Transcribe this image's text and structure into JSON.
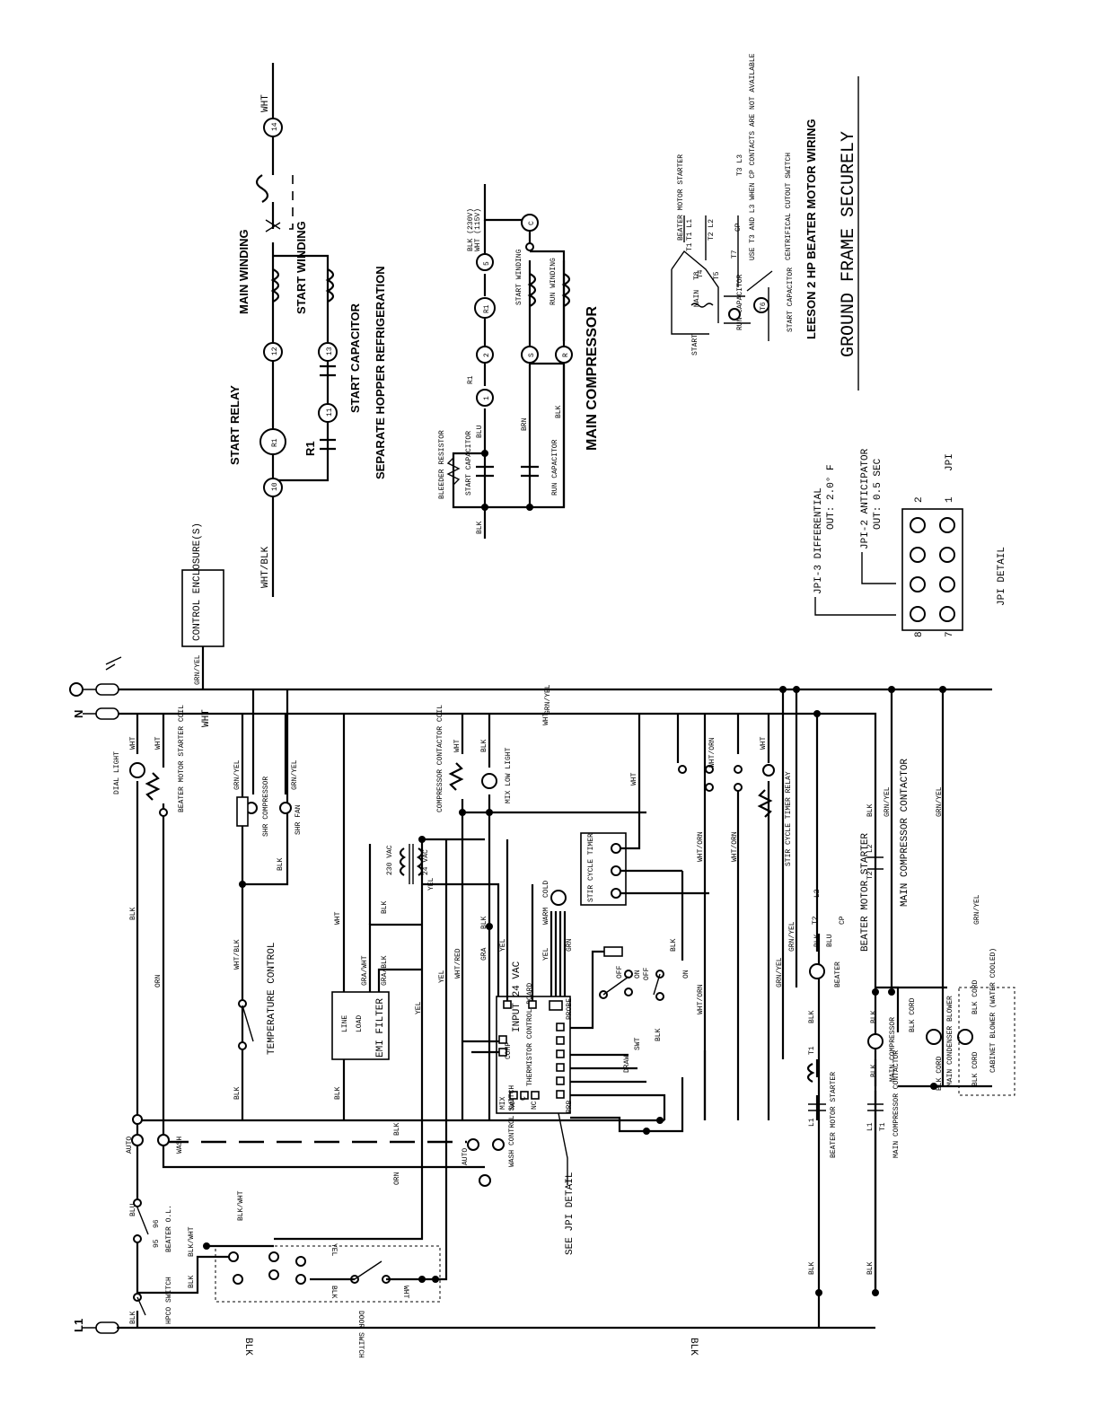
{
  "ground_note": "GROUND FRAME SECURELY",
  "beater_motor_wiring": {
    "title": "LEESON 2 HP BEATER MOTOR WIRING",
    "starter_label": "BEATER MOTOR STARTER",
    "t1l1": "T1 L1",
    "t2l2": "T2 L2",
    "t3l3": "T3 L3",
    "cp": "CP",
    "note": "USE T3 AND L3 WHEN CP CONTACTS ARE NOT AVAILABLE",
    "cutout": "CENTRIFICAL CUTOUT SWITCH",
    "run_cap": "RUN CAPACITOR",
    "start_cap": "START CAPACITOR",
    "main": "MAIN",
    "start": "START",
    "t1": "T1",
    "t4": "T4",
    "t5": "T5",
    "t7": "T7",
    "t8": "T8",
    "t6": "T6"
  },
  "hopper": {
    "title": "SEPARATE HOPPER REFRIGERATION",
    "start_relay": "START RELAY",
    "r1": "R1",
    "main_winding": "MAIN WINDING",
    "start_winding": "START WINDING",
    "start_capacitor": "START CAPACITOR",
    "wht_blk": "WHT/BLK",
    "wht": "WHT",
    "t10": "10",
    "t11": "11",
    "t12": "12",
    "t13": "13",
    "t14": "14"
  },
  "compressor": {
    "title": "MAIN COMPRESSOR",
    "start_capacitor": "START CAPACITOR",
    "run_capacitor": "RUN CAPACITOR",
    "bleeder": "BLEEDER RESISTOR",
    "start_winding": "START WINDING",
    "run_winding": "RUN WINDING",
    "blu": "BLU",
    "brn": "BRN",
    "blk": "BLK",
    "r1": "R1",
    "blk230": "BLK (230V)",
    "wht": "WHT (115V)",
    "t1": "1",
    "t2": "2",
    "t5": "5",
    "s": "S",
    "r": "R",
    "c": "C",
    "r1c": "R1"
  },
  "jpi": {
    "title": "JPI DETAIL",
    "jpi": "JPI",
    "jpi3": "JPI-3 DIFFERENTIAL",
    "jpi3_out": "OUT: 2.0° F",
    "jpi2": "JPI-2 ANTICIPATOR",
    "jpi2_out": "OUT: 0.5 SEC",
    "pin8": "8",
    "pin7": "7",
    "pin2": "2",
    "pin1": "1"
  },
  "main": {
    "control_enclosure": "CONTROL ENCLOSURE(S)",
    "grn_yel": "GRN/YEL",
    "wht": "WHT",
    "blk": "BLK",
    "orn": "ORN",
    "yel": "YEL",
    "n": "N",
    "l1": "L1",
    "dial_light": "DIAL LIGHT",
    "beater_coil": "BEATER MOTOR STARTER COIL",
    "shr_compressor": "SHR COMPRESSOR",
    "shr_fan": "SHR FAN",
    "wht_blk": "WHT/BLK",
    "temp_control": "TEMPERATURE CONTROL",
    "emi_filter": "EMI FILTER",
    "line": "LINE",
    "load": "LOAD",
    "gra_wht": "GRA/WHT",
    "gra_blk": "GRA/BLK",
    "vac230": "230 VAC",
    "vac24": "24 VAC",
    "wht_red": "WHT/RED",
    "gra": "GRA",
    "comp_coil": "COMPRESSOR CONTACTOR COIL",
    "mix_low": "MIX LOW LIGHT",
    "stir_timer": "STIR CYCLE TIMER",
    "stir_relay": "STIR CYCLE TIMER RELAY",
    "wht_orn": "WHT/ORN",
    "thermistor": "THERMISTOR CONTROL BOARD",
    "input": "INPUT 24 VAC",
    "warm": "WARM",
    "cold": "COLD",
    "probe": "PROBE",
    "draw": "DRAW",
    "swt": "SWT",
    "prb": "PRB",
    "mix": "MIX",
    "no": "NO",
    "c": "C",
    "nc": "NC",
    "comp": "COMP",
    "see_jpi": "SEE JPI DETAIL",
    "wash_switch": "WASH CONTROL SWITCH",
    "auto": "AUTO",
    "wash": "WASH",
    "door_switch": "DOOR SWITCH",
    "beater_ol": "BEATER O.L.",
    "hpco": "HPCO SWITCH",
    "blu": "BLU",
    "blk_wht": "BLK/WHT",
    "main_comp_contactor": "MAIN COMPRESSOR CONTACTOR",
    "beater_starter": "BEATER MOTOR STARTER",
    "main_compressor": "MAIN COMPRESSOR",
    "main_condenser": "MAIN CONDENSER BLOWER",
    "cabinet_blower": "CABINET BLOWER (WATER COOLED)",
    "blk_cord": "BLK CORD",
    "beater": "BEATER",
    "blu2": "BLU",
    "t1": "T1",
    "t2": "T2",
    "l1c": "L1",
    "l2": "L2",
    "cp": "CP",
    "on": "ON",
    "off": "OFF",
    "grn": "GRN",
    "n95": "95",
    "n96": "96"
  }
}
